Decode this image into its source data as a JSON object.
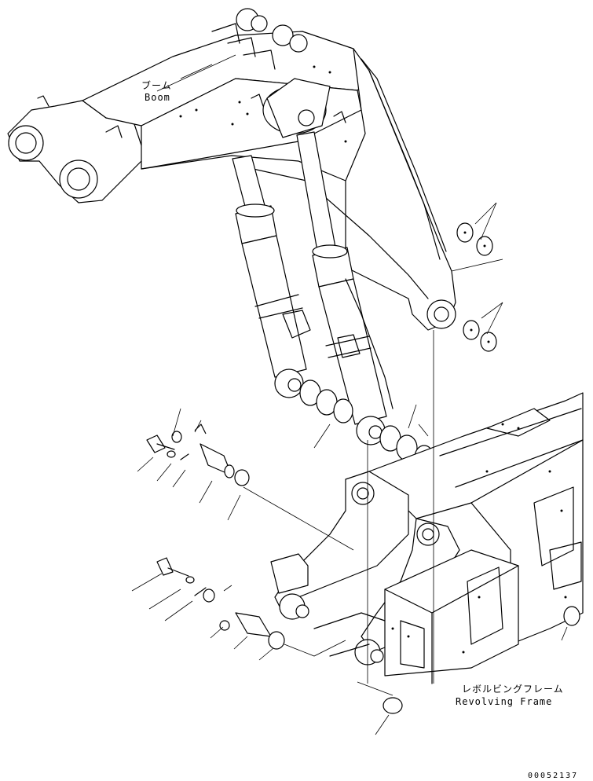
{
  "labels": {
    "boom_jp": "ブーム",
    "boom_en": "Boom",
    "frame_jp": "レボルビングフレーム",
    "frame_en": "Revolving Frame",
    "drawing_number": "00052137"
  }
}
